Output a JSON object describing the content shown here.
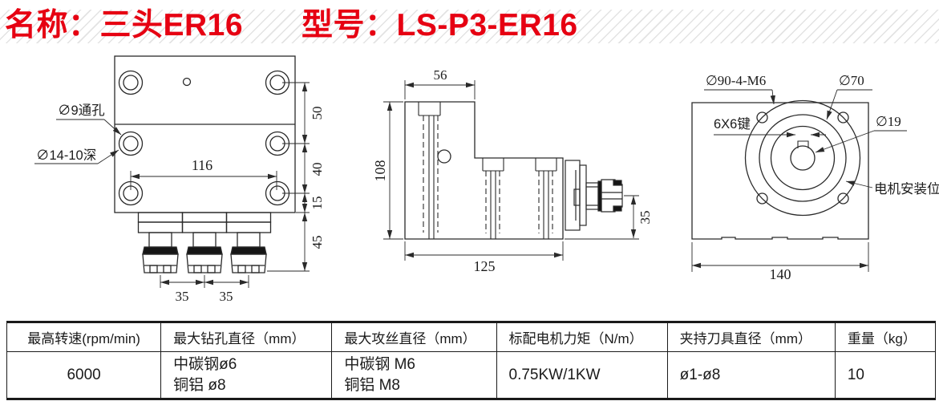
{
  "title": {
    "name": "名称：三头ER16",
    "model": "型号：LS-P3-ER16"
  },
  "front_view": {
    "label_through_hole": "∅9通孔",
    "label_counterbore": "∅14-10深",
    "dim_116": "116",
    "dim_50": "50",
    "dim_40": "40",
    "dim_15": "15",
    "dim_45": "45",
    "dim_35_left": "35",
    "dim_35_right": "35"
  },
  "side_view": {
    "dim_56": "56",
    "dim_108": "108",
    "dim_125": "125",
    "dim_35": "35"
  },
  "rear_view": {
    "label_bolt_circle": "∅90-4-M6",
    "label_d70": "∅70",
    "label_d19": "∅19",
    "label_key": "6X6键",
    "label_motor_mount": "电机安装位",
    "dim_140": "140"
  },
  "table": {
    "columns": [
      {
        "header": "最高转速(rpm/min)",
        "lines": [
          "6000"
        ]
      },
      {
        "header": "最大钻孔直径（mm）",
        "lines": [
          "中碳钢ø6",
          "铜铝 ø8"
        ]
      },
      {
        "header": "最大攻丝直径（mm）",
        "lines": [
          "中碳钢 M6",
          "铜铝 M8"
        ]
      },
      {
        "header": "标配电机力矩（N/m）",
        "lines": [
          "0.75KW/1KW"
        ]
      },
      {
        "header": "夹持刀具直径（mm）",
        "lines": [
          "ø1-ø8"
        ]
      },
      {
        "header": "重量（kg）",
        "lines": [
          "10"
        ]
      }
    ]
  },
  "colors": {
    "accent_red": "#e60012",
    "line": "#2a2a2a",
    "dark_fill": "#151515",
    "hatch": "#e3e3e3"
  }
}
